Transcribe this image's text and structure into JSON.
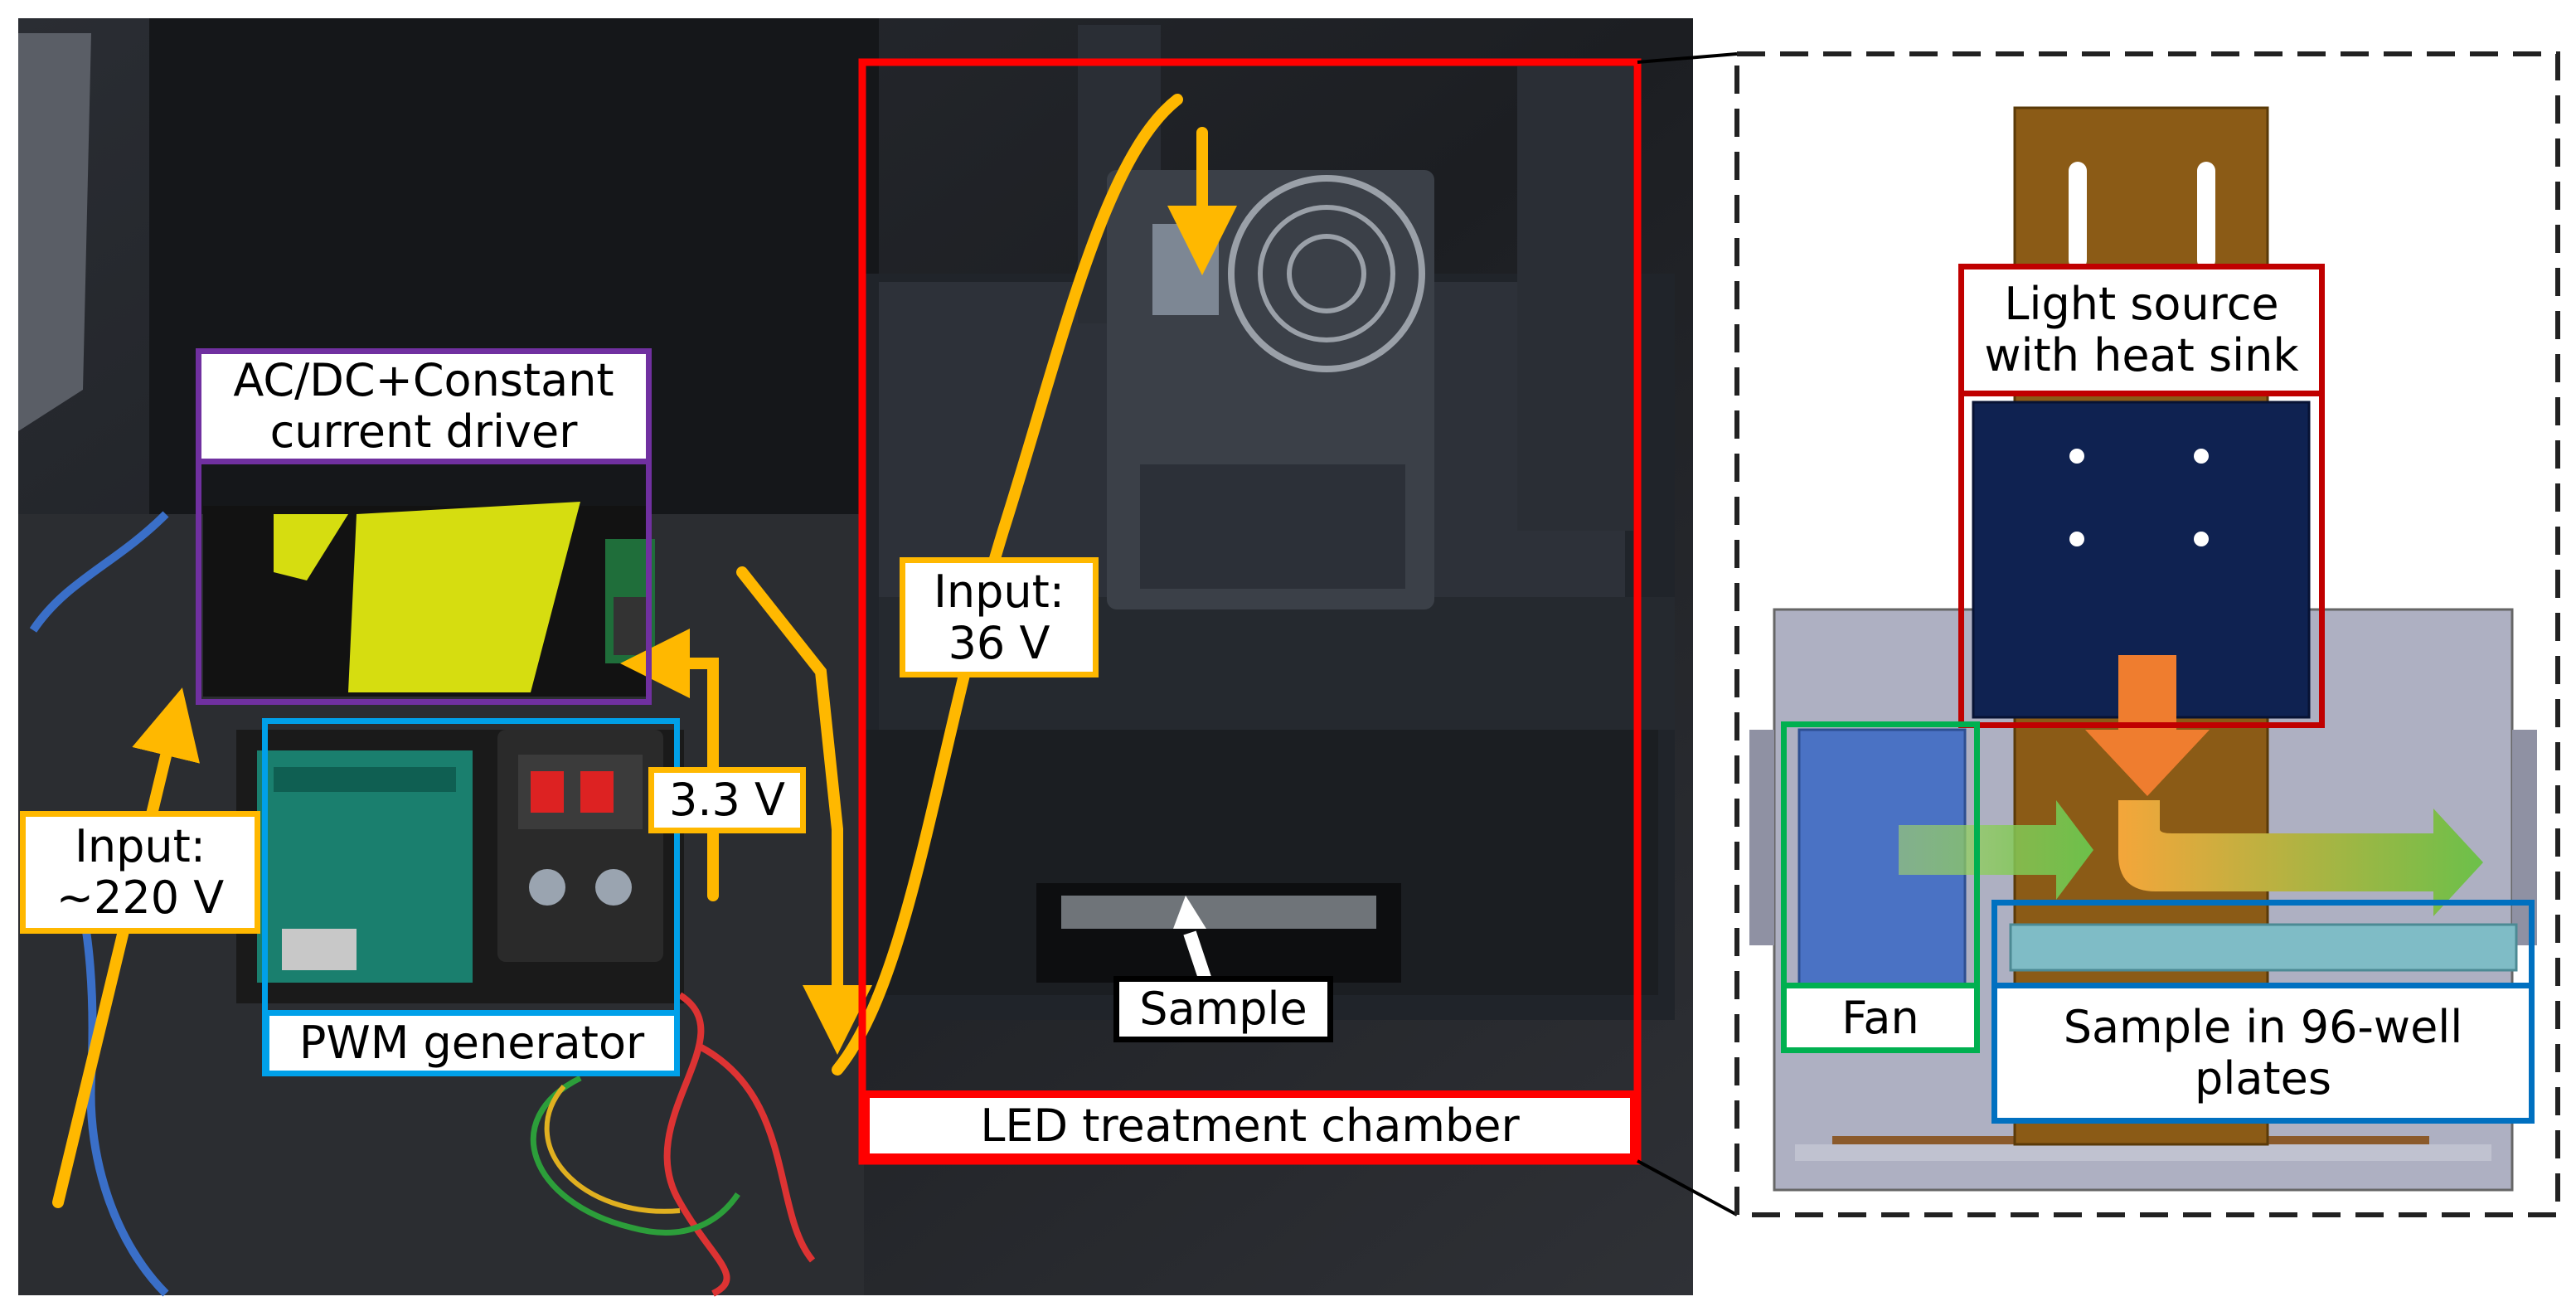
{
  "labels": {
    "acdc": [
      "AC/DC+Constant",
      "current driver"
    ],
    "pwm": "PWM generator",
    "input220": [
      "Input:",
      "~220 V"
    ],
    "v33": "3.3 V",
    "input36": [
      "Input:",
      "36 V"
    ],
    "sample": "Sample",
    "chamber": "LED treatment chamber",
    "light": [
      "Light source",
      "with heat sink"
    ],
    "fan": "Fan",
    "sample96": [
      "Sample in 96-well",
      "plates"
    ]
  },
  "colors": {
    "purple": "#7030a0",
    "blue": "#00a0e9",
    "red": "#ff0000",
    "orange": "#ffb800",
    "green": "#00b050",
    "darkred": "#c00000",
    "darkblue": "#0070c0",
    "black": "#000000"
  }
}
